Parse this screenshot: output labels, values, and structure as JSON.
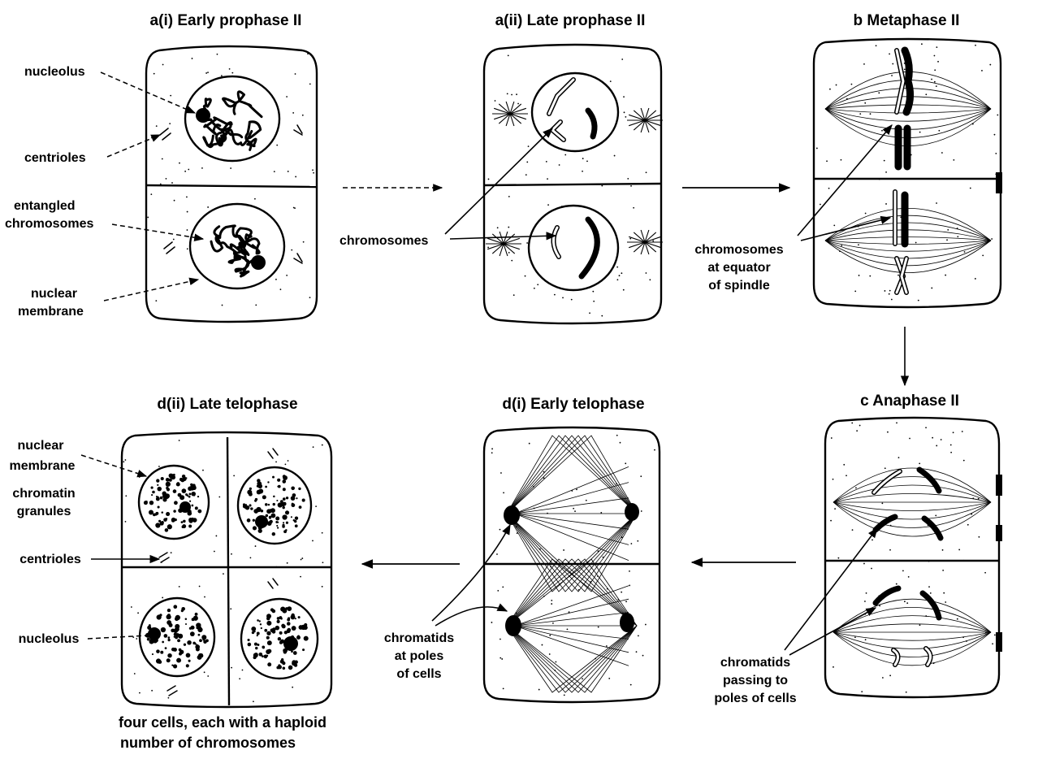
{
  "stages": {
    "early_prophase": "a(i) Early prophase II",
    "late_prophase": "a(ii) Late prophase II",
    "metaphase": "b  Metaphase II",
    "anaphase": "c  Anaphase II",
    "early_telophase": "d(i) Early telophase",
    "late_telophase": "d(ii) Late telophase"
  },
  "labels": {
    "nucleolus_top": "nucleolus",
    "centrioles_top": "centrioles",
    "entangled_1": "entangled",
    "entangled_2": "chromosomes",
    "nuclear_membrane_1": "nuclear",
    "nuclear_membrane_2": "membrane",
    "chromosomes": "chromosomes",
    "chrom_equator_1": "chromosomes",
    "chrom_equator_2": "at equator",
    "chrom_equator_3": "of spindle",
    "nuclear_membrane_b1": "nuclear",
    "nuclear_membrane_b2": "membrane",
    "chromatin_1": "chromatin",
    "chromatin_2": "granules",
    "centrioles_bottom": "centrioles",
    "nucleolus_bottom": "nucleolus",
    "chromatids_poles_1": "chromatids",
    "chromatids_poles_2": "at poles",
    "chromatids_poles_3": "of cells",
    "chromatids_passing_1": "chromatids",
    "chromatids_passing_2": "passing to",
    "chromatids_passing_3": "poles of cells",
    "caption_1": "four cells, each with a haploid",
    "caption_2": "number of chromosomes"
  }
}
